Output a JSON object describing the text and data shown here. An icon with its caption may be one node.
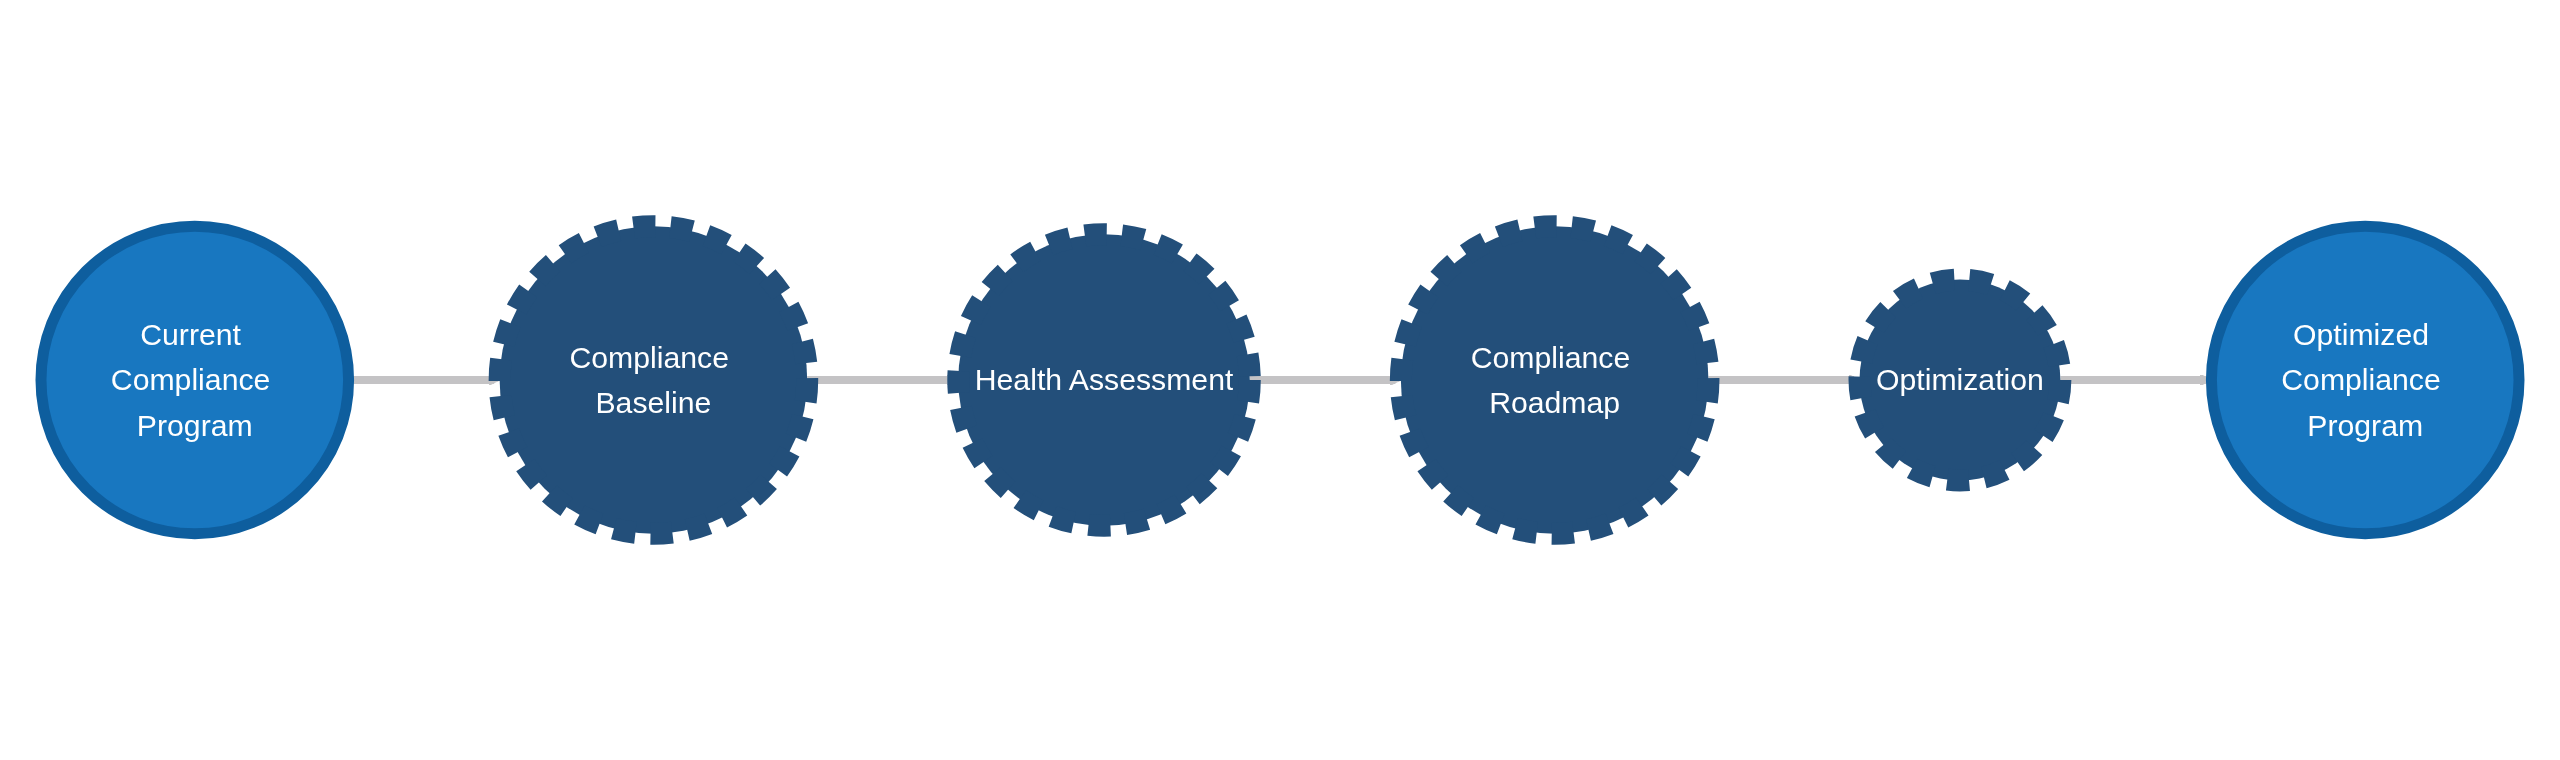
{
  "diagram": {
    "nodes": [
      {
        "text": [
          "Current Compliance Program"
        ]
      },
      {
        "text": [
          "Compliance Baseline"
        ]
      },
      {
        "text": [
          "Health Assessment"
        ]
      },
      {
        "text": [
          "Compliance Roadmap"
        ]
      },
      {
        "text": [
          "Optimization"
        ]
      },
      {
        "text": [
          "Optimized Compliance Program"
        ]
      }
    ],
    "edges": [
      {
        "from": 0,
        "to": 1,
        "arrow": "to"
      },
      {
        "from": 1,
        "to": 2,
        "arrow": "to"
      },
      {
        "from": 2,
        "to": 3,
        "arrow": "to"
      },
      {
        "from": 3,
        "to": 4,
        "arrow": "to"
      },
      {
        "from": 4,
        "to": 5,
        "arrow": "to"
      }
    ]
  }
}
